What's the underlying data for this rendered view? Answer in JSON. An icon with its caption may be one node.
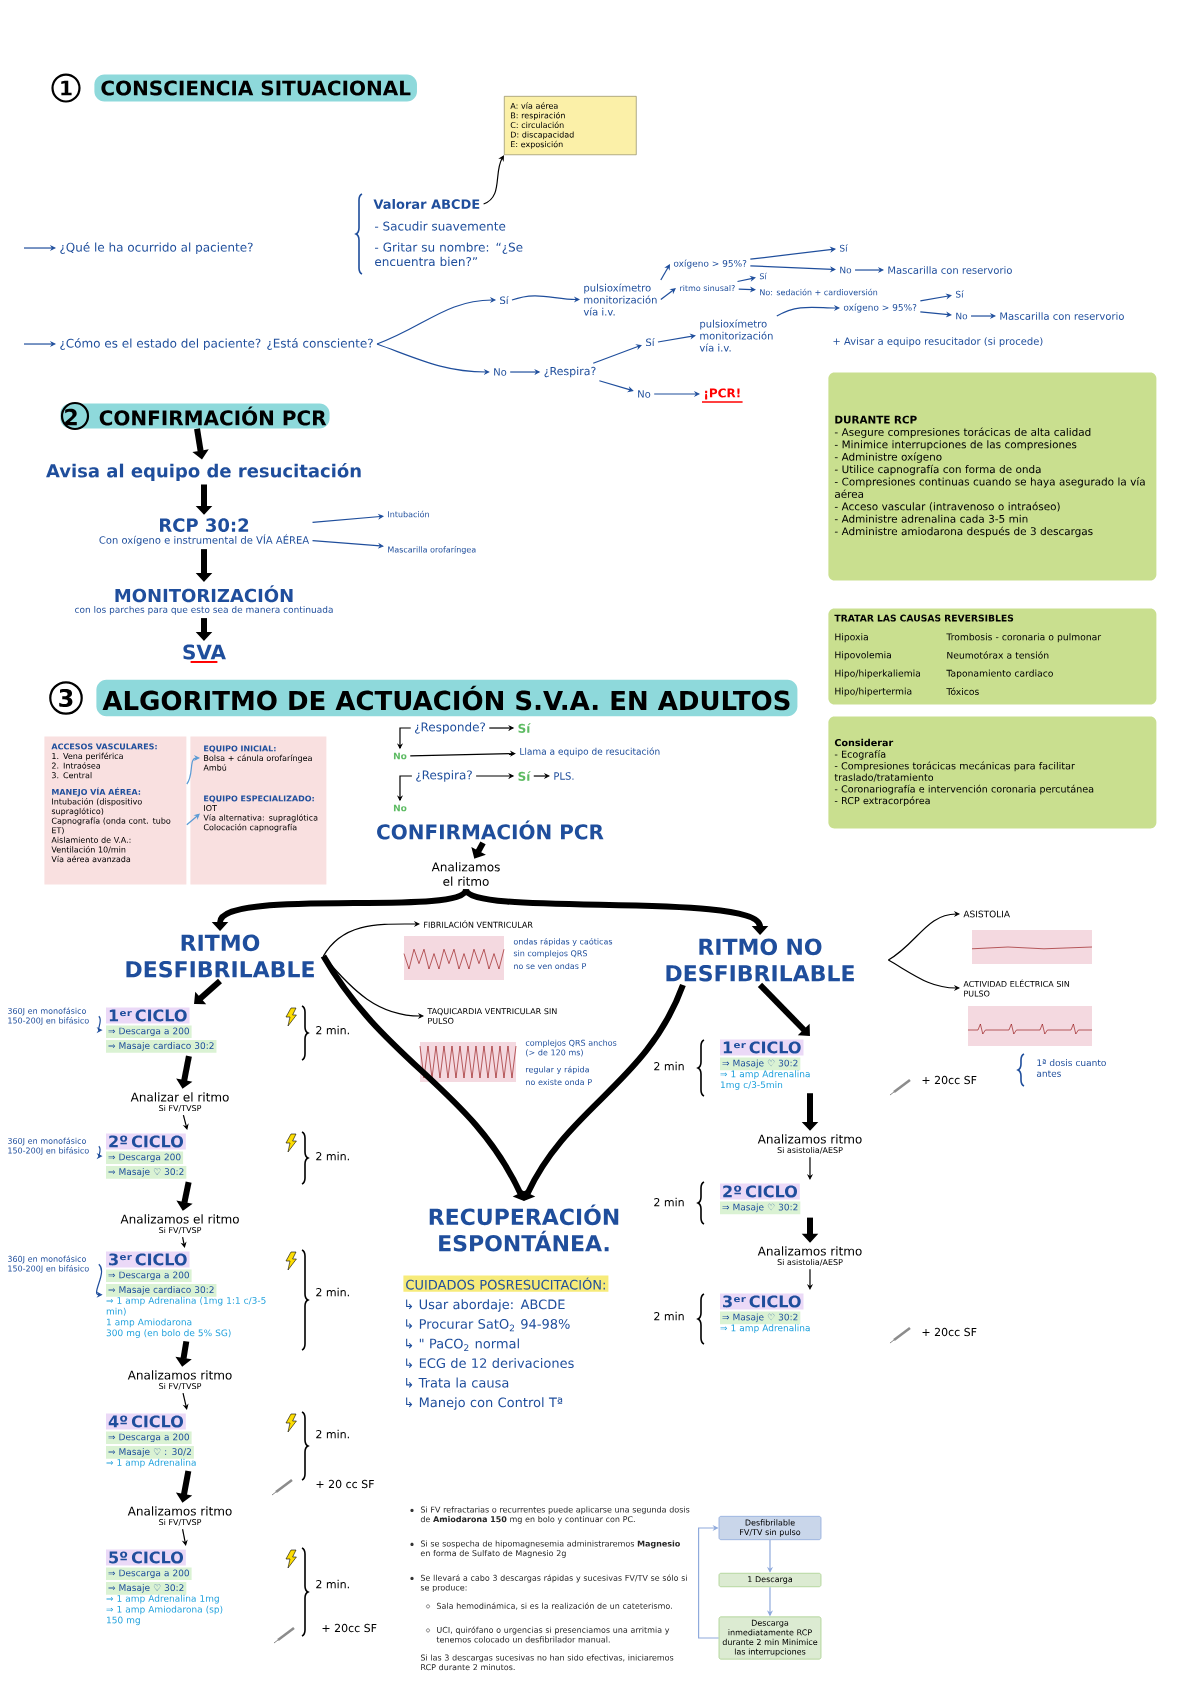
{
  "diagram": {
    "nodes": [
      {
        "text": [
          "¿Qué le ha ocurrido al paciente?"
        ]
      },
      {
        "text": [
          "Valorar ABCDE"
        ]
      },
      {
        "text": [
          "A: vía aérea",
          "B: respiración",
          "C: circulación",
          "D: discapacidad",
          "E: exposición"
        ]
      },
      {
        "text": [
          "¿Cómo es el estado del paciente? ¿Está consciente?"
        ]
      },
      {
        "text": [
          "Sí"
        ]
      },
      {
        "text": [
          "No"
        ]
      },
      {
        "text": [
          "¿Respira?"
        ]
      },
      {
        "text": [
          "pulsioxímetro",
          "monitorización",
          "vía i.v."
        ]
      },
      {
        "text": [
          "oxígeno > 95%?"
        ]
      },
      {
        "text": [
          "Sí"
        ]
      },
      {
        "text": [
          "No"
        ]
      },
      {
        "text": [
          "Mascarilla con reservorio"
        ]
      },
      {
        "text": [
          "ritmo sinusal?"
        ]
      },
      {
        "text": [
          "Sí"
        ]
      },
      {
        "text": [
          "No: sedación + cardioversión"
        ]
      },
      {
        "text": [
          "Sí"
        ]
      },
      {
        "text": [
          "pulsioxímetro",
          "monitorización",
          "vía i.v."
        ]
      },
      {
        "text": [
          "oxígeno > 95%?"
        ]
      },
      {
        "text": [
          "Sí"
        ]
      },
      {
        "text": [
          "No"
        ]
      },
      {
        "text": [
          "Mascarilla con reservorio"
        ]
      },
      {
        "text": [
          "No"
        ]
      },
      {
        "text": [
          "¡PCR!"
        ]
      },
      {
        "text": [
          "2",
          "CONFIRMACIÓN PCR"
        ]
      },
      {
        "text": [
          "Avisa al equipo de resucitación"
        ]
      },
      {
        "text": [
          "RCP 30:2",
          "Con oxígeno e instrumental de VÍA AÉREA"
        ]
      },
      {
        "text": [
          "Intubación"
        ]
      },
      {
        "text": [
          "Mascarilla orofaríngea"
        ]
      },
      {
        "text": [
          "MONITORIZACIÓN",
          "con los parches para que esto sea de manera continuada"
        ]
      },
      {
        "text": [
          "SVA"
        ]
      },
      {
        "text": [
          "DURANTE RCP",
          "- Asegure compresiones torácicas de alta calidad",
          "- Minimice interrupciones de las compresiones",
          "- Administre oxígeno",
          "- Utilice capnografía con forma de onda",
          "- Compresiones continuas cuando se haya asegurado la vía aérea",
          "- Acceso vascular (intravenoso o intraóseo)",
          "- Administre adrenalina cada 3-5 min",
          "- Administre amiodarona después de 3 descargas"
        ]
      },
      {
        "text": [
          "TRATAR LAS CAUSAS REVERSIBLES",
          "Hipoxia",
          "Trombosis - coronaria o pulmonar",
          "Hipovolemia",
          "Neumotórax a tensión",
          "Hipo/hiperkaliemia",
          "Taponamiento cardiaco",
          "Hipo/hipertermia",
          "Tóxicos"
        ]
      },
      {
        "text": [
          "Considerar",
          "- Ecografía",
          "- Compresiones torácicas mecánicas para facilitar traslado/tratamiento",
          "- Coronariografía e intervención coronaria percutánea",
          "- RCP extracorpórea"
        ]
      },
      {
        "text": [],
        "shape": "box"
      },
      {
        "text": [
          "ACCESOS VASCULARES:",
          "1. Vena periférica",
          "2. Intraósea",
          "3. Central"
        ],
        "in": 33
      },
      {
        "text": [
          "MANEJO VÍA AÉREA:",
          "Intubación (dispositivo supraglótico)",
          "Capnografía (onda cont. tubo ET)",
          "Aislamiento de V.A.:",
          "Ventilación 10/min",
          "Vía aérea avanzada"
        ],
        "in": 33
      },
      {
        "text": [],
        "shape": "box"
      },
      {
        "text": [
          "EQUIPO INICIAL:",
          "Bolsa + cánula orofaríngea",
          "Ambú"
        ],
        "in": 36
      },
      {
        "text": [
          "EQUIPO ESPECIALIZADO:",
          "IOT",
          "Vía alternativa: supraglótica",
          "Colocación capnografía"
        ],
        "in": 36
      },
      {
        "text": [
          "¿Responde?"
        ]
      },
      {
        "text": [
          "Sí"
        ]
      },
      {
        "text": [
          "No"
        ]
      },
      {
        "text": [
          "Llama a equipo de resucitación"
        ]
      },
      {
        "text": [
          "¿Respira?"
        ]
      },
      {
        "text": [
          "Sí"
        ]
      },
      {
        "text": [
          "PLS."
        ]
      },
      {
        "text": [
          "No"
        ]
      },
      {
        "text": [
          "CONFIRMACIÓN PCR"
        ]
      },
      {
        "text": [
          "Analizamos el ritmo"
        ]
      },
      {
        "text": [
          "RITMO DESFIBRILABLE"
        ]
      },
      {
        "text": [
          "RITMO NO DESFIBRILABLE"
        ]
      },
      {
        "text": [
          "FIBRILACIÓN VENTRICULAR"
        ],
        "beside": [
          "ondas rápidas y caóticas",
          "sin complejos QRS",
          "no se ven ondas P"
        ]
      },
      {
        "text": [
          "TAQUICARDIA VENTRICULAR SIN PULSO"
        ],
        "beside": [
          "complejos QRS anchos (> de 120 ms)",
          "regular y rápida",
          "no existe onda P"
        ]
      },
      {
        "text": [
          "ASISTOLIA"
        ]
      },
      {
        "text": [
          "ACTIVIDAD ELÉCTRICA SIN PULSO"
        ]
      },
      {
        "text": [
          "RECUPERACIÓN ESPONTÁNEA."
        ]
      },
      {
        "text": [
          "CUIDADOS POSRESUCITACIÓN:",
          "↳ Usar abordaje: ABCDE",
          "↳ Procurar SatO$_{2}$ 94-98%",
          "↳ \" PaCO$_{2}$ normal",
          "↳ ECG de 12 derivaciones",
          "↳ Trata la causa",
          "↳ Manejo con Control Tª"
        ]
      },
      {
        "text": [
          "360J en monofásico",
          "150-200J en bifásico"
        ]
      },
      {
        "text": [
          "1ᵉʳ CICLO",
          "⇒ Descarga a 200",
          "⇒ Masaje cardiaco 30:2"
        ]
      },
      {
        "text": [
          "Analizar el ritmo",
          "Si FV/TVSP"
        ]
      },
      {
        "text": [
          "360J en monofásico",
          "150-200J en bifásico"
        ]
      },
      {
        "text": [
          "2º CICLO",
          "⇒ Descarga 200",
          "⇒ Masaje ♡ 30:2"
        ]
      },
      {
        "text": [
          "Analizamos el ritmo",
          "Si FV/TVSP"
        ]
      },
      {
        "text": [
          "360J en monofásico",
          "150-200J en bifásico"
        ]
      },
      {
        "text": [
          "3ᵉʳ CICLO",
          "⇒ Descarga a 200",
          "⇒ Masaje cardiaco 30:2",
          "⇒ 1 amp Adrenalina (1mg 1:1 c/3-5 min)",
          "1 amp Amiodarona",
          "300 mg (en bolo de 5% SG)"
        ]
      },
      {
        "text": [
          "Analizamos ritmo",
          "Si FV/TVSP"
        ]
      },
      {
        "text": [
          "4º CICLO",
          "⇒ Descarga a 200",
          "⇒ Masaje ♡ : 30/2",
          "⇒ 1 amp Adrenalina"
        ]
      },
      {
        "text": [
          "Analizamos ritmo",
          "Si FV/TVSP"
        ]
      },
      {
        "text": [
          "5º CICLO",
          "⇒ Descarga a 200",
          "⇒ Masaje ♡ 30:2",
          "⇒ 1 amp Adrenalina 1mg",
          "⇒ 1 amp Amiodarona (sp)",
          "150 mg"
        ]
      },
      {
        "text": [
          "1ᵉʳ CICLO",
          "⇒ Masaje ♡ 30:2",
          "⇒ 1 amp Adrenalina",
          "1mg c/3-5min"
        ]
      },
      {
        "text": [
          "Analizamos ritmo",
          "Si asistolia/AESP"
        ]
      },
      {
        "text": [
          "2º CICLO",
          "⇒ Masaje ♡ 30:2"
        ]
      },
      {
        "text": [
          "Analizamos ritmo",
          "Si asistolia/AESP"
        ]
      },
      {
        "text": [
          "3ᵉʳ CICLO",
          "⇒ Masaje ♡ 30:2",
          "⇒ 1 amp Adrenalina"
        ]
      },
      {
        "text": [
          "Desfibrilable FV/TV sin pulso"
        ]
      },
      {
        "text": [
          "1 Descarga"
        ]
      },
      {
        "text": [
          "Descarga inmediatamente RCP durante 2 min Minimice las interrupciones"
        ]
      }
    ],
    "edges": [
      {
        "from": null,
        "to": 0,
        "arrow": "to",
        "color": "#1f4e9c"
      },
      {
        "from": 1,
        "to": 2,
        "arrow": "to"
      },
      {
        "from": null,
        "to": 3,
        "arrow": "to",
        "color": "#1f4e9c"
      },
      {
        "from": 3,
        "to": 4,
        "arrow": "to",
        "color": "#1f4e9c"
      },
      {
        "from": 3,
        "to": 5,
        "arrow": "to",
        "color": "#1f4e9c"
      },
      {
        "from": 5,
        "to": 6,
        "arrow": "to",
        "color": "#1f4e9c"
      },
      {
        "from": 4,
        "to": 7,
        "arrow": "to",
        "color": "#1f4e9c"
      },
      {
        "from": 7,
        "to": 8,
        "arrow": "to",
        "color": "#1f4e9c"
      },
      {
        "from": 8,
        "to": 9,
        "arrow": "to",
        "color": "#1f4e9c"
      },
      {
        "from": 8,
        "to": 10,
        "arrow": "to",
        "color": "#1f4e9c"
      },
      {
        "from": 10,
        "to": 11,
        "arrow": "to",
        "color": "#1f4e9c"
      },
      {
        "from": 7,
        "to": 12,
        "arrow": "to",
        "color": "#1f4e9c"
      },
      {
        "from": 12,
        "to": 13,
        "arrow": "to",
        "color": "#1f4e9c"
      },
      {
        "from": 12,
        "to": 14,
        "arrow": "to",
        "color": "#1f4e9c"
      },
      {
        "from": 6,
        "to": 15,
        "arrow": "to",
        "color": "#1f4e9c"
      },
      {
        "from": 15,
        "to": 16,
        "arrow": "to",
        "color": "#1f4e9c"
      },
      {
        "from": 16,
        "to": 17,
        "arrow": "to",
        "color": "#1f4e9c"
      },
      {
        "from": 17,
        "to": 18,
        "arrow": "to",
        "color": "#1f4e9c"
      },
      {
        "from": 17,
        "to": 19,
        "arrow": "to",
        "color": "#1f4e9c"
      },
      {
        "from": 19,
        "to": 20,
        "arrow": "to",
        "color": "#1f4e9c"
      },
      {
        "from": 6,
        "to": 21,
        "arrow": "to",
        "color": "#1f4e9c"
      },
      {
        "from": 21,
        "to": 22,
        "arrow": "to",
        "color": "#1f4e9c"
      },
      {
        "from": 23,
        "to": 24,
        "arrow": "to",
        "style": "thick"
      },
      {
        "from": 24,
        "to": 25,
        "arrow": "to",
        "style": "thick"
      },
      {
        "from": 25,
        "to": 26,
        "arrow": "to",
        "color": "#1f4e9c"
      },
      {
        "from": 25,
        "to": 27,
        "arrow": "to",
        "color": "#1f4e9c"
      },
      {
        "from": 25,
        "to": 28,
        "arrow": "to",
        "style": "thick"
      },
      {
        "from": 28,
        "to": 29,
        "arrow": "to",
        "style": "thick"
      },
      {
        "from": 35,
        "to": 37,
        "arrow": "to",
        "color": "#5b9bd5"
      },
      {
        "from": 35,
        "to": 38,
        "arrow": "to",
        "color": "#5b9bd5"
      },
      {
        "from": 39,
        "to": 40,
        "arrow": "to"
      },
      {
        "from": 39,
        "to": 41,
        "arrow": "to"
      },
      {
        "from": 41,
        "to": 42,
        "arrow": "to"
      },
      {
        "from": 43,
        "to": 44,
        "arrow": "to"
      },
      {
        "from": 44,
        "to": 45,
        "arrow": "to"
      },
      {
        "from": 43,
        "to": 46,
        "arrow": "to"
      },
      {
        "from": 47,
        "to": 48,
        "arrow": "to",
        "style": "thick"
      },
      {
        "from": 48,
        "to": 49,
        "arrow": "to",
        "style": "thick"
      },
      {
        "from": 48,
        "to": 50,
        "arrow": "to",
        "style": "thick"
      },
      {
        "from": 49,
        "to": 51,
        "arrow": "to"
      },
      {
        "from": 49,
        "to": 52,
        "arrow": "to"
      },
      {
        "from": 49,
        "to": 55,
        "arrow": "to",
        "style": "thick"
      },
      {
        "from": 50,
        "to": 55,
        "arrow": "to",
        "style": "thick"
      },
      {
        "from": 50,
        "to": 53,
        "arrow": "to"
      },
      {
        "from": 50,
        "to": 54,
        "arrow": "to"
      },
      {
        "from": 49,
        "to": 58,
        "arrow": "to",
        "style": "thick"
      },
      {
        "from": 57,
        "to": 58,
        "arrow": "to",
        "color": "#1f4e9c"
      },
      {
        "from": 58,
        "to": 59,
        "arrow": "to",
        "style": "thick"
      },
      {
        "from": 59,
        "to": 61,
        "arrow": "to"
      },
      {
        "from": 60,
        "to": 61,
        "arrow": "to",
        "color": "#1f4e9c"
      },
      {
        "from": 61,
        "to": 62,
        "arrow": "to",
        "style": "thick"
      },
      {
        "from": 62,
        "to": 64,
        "arrow": "to"
      },
      {
        "from": 63,
        "to": 64,
        "arrow": "to",
        "color": "#1f4e9c"
      },
      {
        "from": 64,
        "to": 65,
        "arrow": "to",
        "style": "thick"
      },
      {
        "from": 65,
        "to": 66,
        "arrow": "to"
      },
      {
        "from": 66,
        "to": 67,
        "arrow": "to",
        "style": "thick"
      },
      {
        "from": 67,
        "to": 68,
        "arrow": "to"
      },
      {
        "from": 50,
        "to": 69,
        "arrow": "to",
        "style": "thick"
      },
      {
        "from": 69,
        "to": 70,
        "arrow": "to",
        "style": "thick"
      },
      {
        "from": 70,
        "to": 71,
        "arrow": "to"
      },
      {
        "from": 71,
        "to": 72,
        "arrow": "to",
        "style": "thick"
      },
      {
        "from": 72,
        "to": 73,
        "arrow": "to"
      },
      {
        "from": 74,
        "to": 75,
        "arrow": "to",
        "color": "#8faadc"
      },
      {
        "from": 75,
        "to": 76,
        "arrow": "to",
        "color": "#8faadc"
      },
      {
        "from": 76,
        "to": 74,
        "arrow": "to",
        "color": "#8faadc"
      }
    ],
    "labels": [
      "1",
      "CONSCIENCIA SITUACIONAL",
      "- Sacudir suavemente",
      "- Gritar su nombre: “¿Se encuentra bien?”",
      "+ Avisar a equipo resucitador (si procede)",
      "3",
      "ALGORITMO DE ACTUACIÓN S.V.A. EN ADULTOS",
      "Si FV refractarias o recurrentes puede aplicarse una segunda dosis de **Amiodarona 150** mg en bolo y continuar con PC.",
      "Si se sospecha de hipomagnesemia administraremos **Magnesio** en forma de Sulfato de Magnesio 2g",
      "Se llevará a cabo 3 descargas rápidas y sucesivas FV/TV se sólo si se produce:",
      "Sala hemodinámica, si es la realización de un cateterismo.",
      "UCI, quirófano o urgencias si presenciamos una arritmia y tenemos colocado un desfibrilador manual.",
      "Si las 3 descargas sucesivas no han sido efectivas, iniciaremos RCP durante 2 minutos.",
      "2 min.",
      "2 min.",
      "2 min.",
      "2 min.",
      "+ 20 cc SF",
      "2 min.",
      "+ 20cc SF",
      "2 min",
      "+ 20cc SF",
      "1ª dosis cuanto antes",
      "2 min",
      "2 min",
      "+ 20cc SF"
    ]
  }
}
